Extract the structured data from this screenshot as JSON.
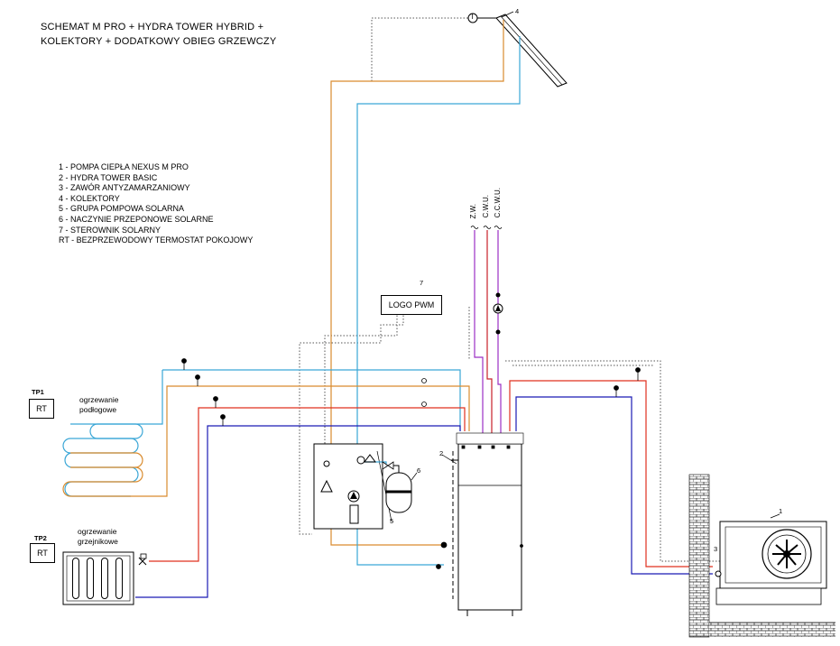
{
  "title": {
    "line1": "SCHEMAT M PRO + HYDRA TOWER HYBRID +",
    "line2": "KOLEKTORY + DODATKOWY OBIEG GRZEWCZY"
  },
  "legend": [
    "1 - POMPA CIEPŁA NEXUS M PRO",
    "2 - HYDRA TOWER BASIC",
    "3 - ZAWÓR ANTYZAMARZANIOWY",
    "4 - KOLEKTORY",
    "5 - GRUPA POMPOWA SOLARNA",
    "6 - NACZYNIE PRZEPONOWE SOLARNE",
    "7 - STEROWNIK SOLARNY",
    "RT - BEZPRZEWODOWY TERMOSTAT POKOJOWY"
  ],
  "thermostats": [
    {
      "zone": "TP1",
      "device": "RT"
    },
    {
      "zone": "TP2",
      "device": "RT"
    }
  ],
  "circuits": {
    "floor_line1": "ogrzewanie",
    "floor_line2": "podłogowe",
    "rad_line1": "ogrzewanie",
    "rad_line2": "grzejnikowe"
  },
  "controller": {
    "number": "7",
    "label": "LOGO PWM"
  },
  "numbers": {
    "heat_pump": "1",
    "tower": "2",
    "valve": "3",
    "collector": "4",
    "pump_group": "5",
    "vessel": "6"
  },
  "sensor_symbol": "T",
  "water": {
    "zw": "Z.W.",
    "cwu": "C.W.U.",
    "cwu_circ": "C.C.W.U."
  },
  "colors": {
    "hot": "#e0301e",
    "return": "#1a1ab5",
    "solar": "#d98b2e",
    "cyan": "#3aa6d6",
    "dhw": "#9b2fc4",
    "dhw_red": "#c8202a",
    "brick": "#333333"
  }
}
